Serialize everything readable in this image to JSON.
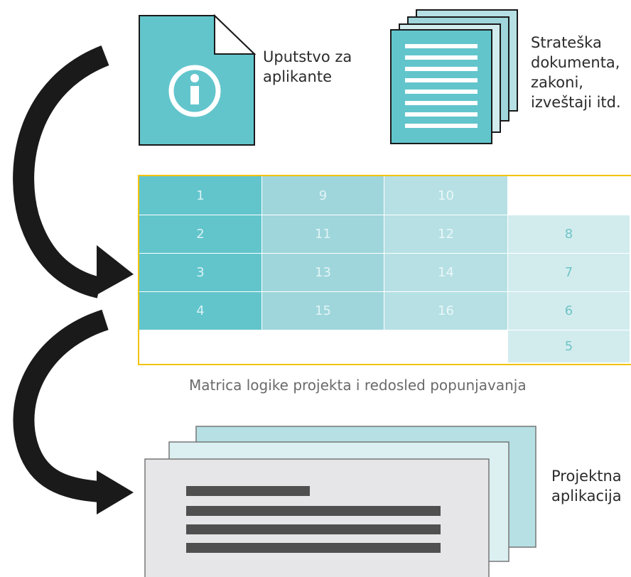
{
  "labels": {
    "applicant_guide": [
      "Uputstvo za",
      "aplikante"
    ],
    "strategic_docs": [
      "Strateška",
      "dokumenta,",
      "zakoni,",
      "izveštaji itd."
    ],
    "project_application": [
      "Projektna",
      "aplikacija"
    ]
  },
  "matrix": {
    "caption": "Matrica logike projekta i redosled popunjavanja",
    "rows": [
      [
        "1",
        "9",
        "10",
        ""
      ],
      [
        "2",
        "11",
        "12",
        "8"
      ],
      [
        "3",
        "13",
        "14",
        "7"
      ],
      [
        "4",
        "15",
        "16",
        "6"
      ],
      [
        "",
        "",
        "",
        "5"
      ]
    ]
  },
  "icons": {
    "guide": "info-document-icon",
    "docs": "document-stack-icon",
    "application": "application-stack-icon",
    "arrows": "curved-arrow-icon"
  },
  "colors": {
    "teal_dark": "#62c5cc",
    "teal_mid": "#9fd6db",
    "teal_light": "#b6e0e4",
    "teal_pale": "#d2ecee",
    "frame": "#f2c300",
    "arrow": "#1a1a1a"
  }
}
